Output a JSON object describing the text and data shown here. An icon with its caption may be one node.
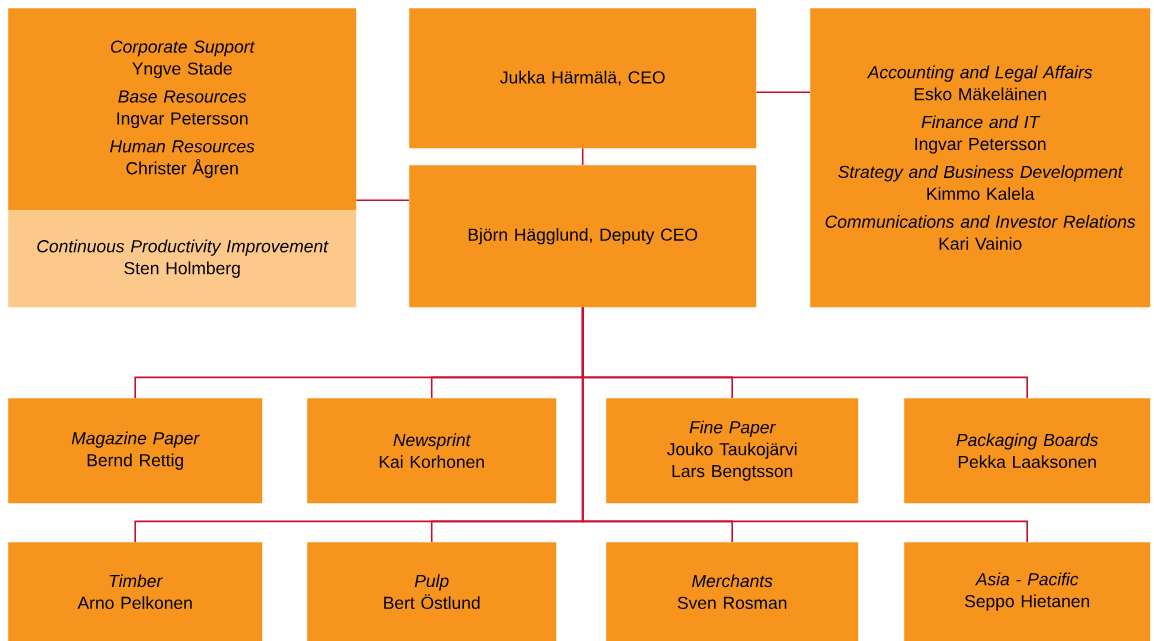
{
  "diagram": {
    "nodes": [
      {
        "text": [
          "Corporate Support",
          "Yngve Stade",
          "Base Resources",
          "Ingvar Petersson",
          "Human Resources",
          "Christer Ågren"
        ]
      },
      {
        "text": [
          "Continuous Productivity Improvement",
          "Sten Holmberg"
        ]
      },
      {
        "text": [
          "Jukka Härmälä, CEO"
        ]
      },
      {
        "text": [
          "Björn Hägglund, Deputy CEO"
        ]
      },
      {
        "text": [
          "Accounting and Legal Affairs",
          "Esko Mäkeläinen",
          "Finance and IT",
          "Ingvar Petersson",
          "Strategy and Business Development",
          "Kimmo Kalela",
          "Communications and Investor Relations",
          "Kari Vainio"
        ]
      },
      {
        "text": [
          "Magazine Paper",
          "Bernd Rettig"
        ]
      },
      {
        "text": [
          "Newsprint",
          "Kai Korhonen"
        ]
      },
      {
        "text": [
          "Fine Paper",
          "Jouko Taukojärvi",
          "Lars Bengtsson"
        ]
      },
      {
        "text": [
          "Packaging Boards",
          "Pekka Laaksonen"
        ]
      },
      {
        "text": [
          "Timber",
          "Arno Pelkonen"
        ]
      },
      {
        "text": [
          "Pulp",
          "Bert Östlund"
        ]
      },
      {
        "text": [
          "Merchants",
          "Sven Rosman"
        ]
      },
      {
        "text": [
          "Asia - Pacific",
          "Seppo Hietanen"
        ]
      }
    ],
    "edges": [
      {
        "from": 2,
        "to": 3,
        "arrow": "none"
      },
      {
        "from": 0,
        "to": 3,
        "arrow": "none"
      },
      {
        "from": 2,
        "to": 4,
        "arrow": "none"
      },
      {
        "from": 3,
        "to": 5,
        "arrow": "none"
      },
      {
        "from": 3,
        "to": 6,
        "arrow": "none"
      },
      {
        "from": 3,
        "to": 7,
        "arrow": "none"
      },
      {
        "from": 3,
        "to": 8,
        "arrow": "none"
      },
      {
        "from": 3,
        "to": 9,
        "arrow": "none"
      },
      {
        "from": 3,
        "to": 10,
        "arrow": "none"
      },
      {
        "from": 3,
        "to": 11,
        "arrow": "none"
      },
      {
        "from": 3,
        "to": 12,
        "arrow": "none"
      }
    ]
  }
}
